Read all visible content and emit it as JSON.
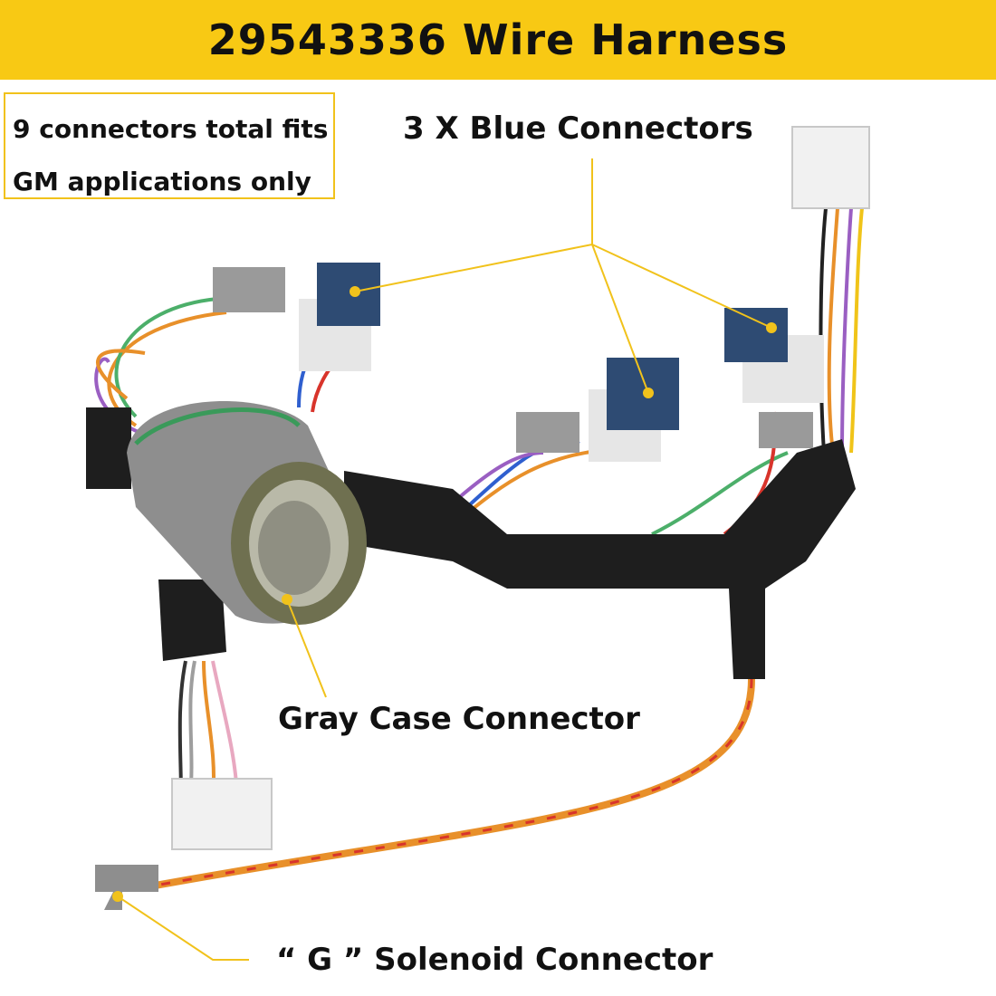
{
  "banner": {
    "title": "29543336 Wire Harness",
    "color": "#f8c914"
  },
  "info_box": {
    "lines": [
      "9 connectors total fits",
      "GM applications only"
    ],
    "border_color": "#f1c21b"
  },
  "callouts": {
    "blue": "3 X Blue Connectors",
    "gray_case": "Gray Case Connector",
    "g_solenoid": "“ G ” Solenoid Connector"
  },
  "colors": {
    "callout_line": "#f1c21b",
    "dot": "#f1c21b",
    "harness_black": "#1e1e1e",
    "gray_connector": "#8e8e8e",
    "blue_connector": "#2e4b73",
    "white_connector": "#f1f1f1"
  }
}
